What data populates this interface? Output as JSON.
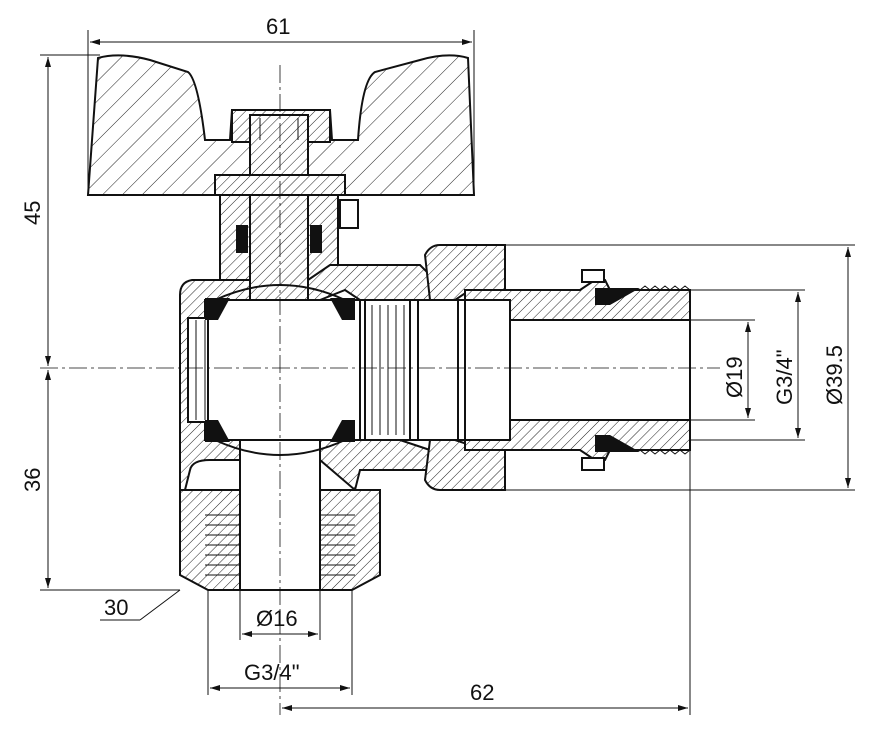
{
  "dimensions": {
    "width_top": "61",
    "height_upper": "45",
    "height_lower": "36",
    "chamfer": "30",
    "bore_bottom": "Ø16",
    "thread_bottom": "G3/4\"",
    "length_outlet": "62",
    "bore_outlet": "Ø19",
    "thread_outlet": "G3/4\"",
    "nut_diameter": "Ø39.5"
  }
}
